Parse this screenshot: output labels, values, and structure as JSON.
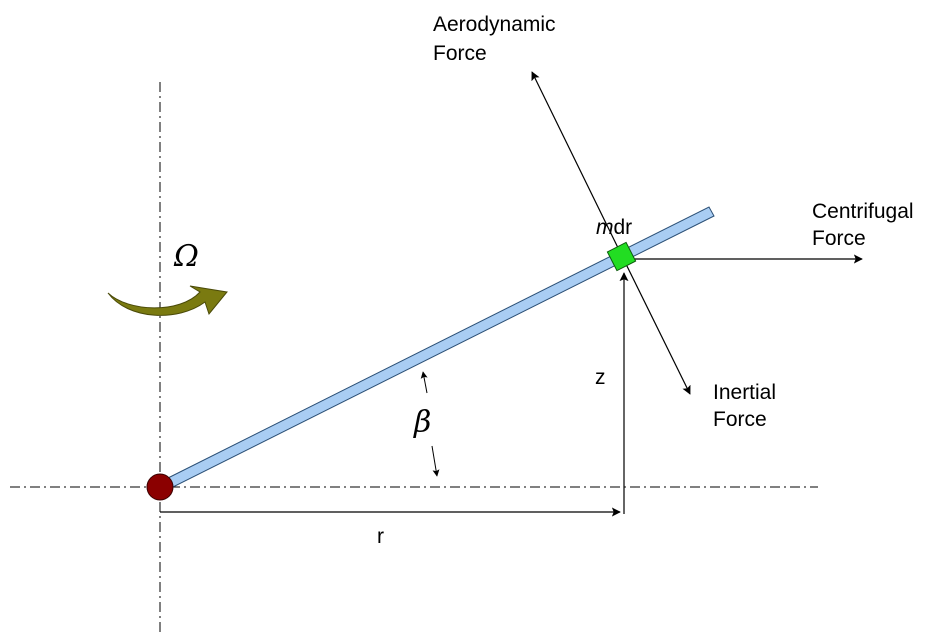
{
  "labels": {
    "aerodynamic_line1": "Aerodynamic",
    "aerodynamic_line2": "Force",
    "centrifugal_line1": "Centrifugal",
    "centrifugal_line2": "Force",
    "inertial_line1": "Inertial",
    "inertial_line2": "Force",
    "mass_m": "m",
    "mass_dr": "dr",
    "omega": "Ω",
    "beta": "β",
    "z": "z",
    "r": "r"
  },
  "colors": {
    "blade_fill": "#a9cdf3",
    "blade_stroke": "#2b4f75",
    "mass_element": "#22dd22",
    "hinge": "#8b0000",
    "rotation_arrow": "#7a7a10",
    "lines": "#000000"
  },
  "icons": {
    "rotation": "curved-rotation-arrow-icon"
  }
}
